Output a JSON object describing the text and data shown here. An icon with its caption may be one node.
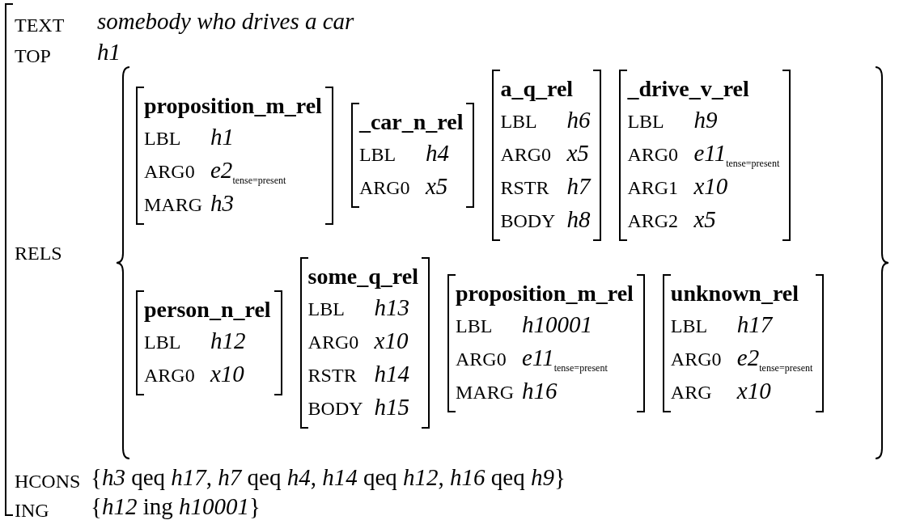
{
  "diagram": {
    "nodes": [
      {
        "text": [
          "TEXT",
          "somebody who drives a car",
          "TOP",
          "h1",
          "RELS",
          "HCONS",
          "{*h3* qeq *h17*, *h7* qeq *h4*, *h14* qeq *h12*, *h16* qeq *h9*}",
          "ING",
          "{*h12* ing *h10001*}"
        ]
      },
      {
        "text": [
          "proposition_m_rel",
          "LBL",
          "h1",
          "ARG0",
          "e2$_{tense=present}$",
          "MARG",
          "h3"
        ],
        "in": 0
      },
      {
        "text": [
          "_car_n_rel",
          "LBL",
          "h4",
          "ARG0",
          "x5"
        ],
        "in": 0
      },
      {
        "text": [
          "a_q_rel",
          "LBL",
          "h6",
          "ARG0",
          "x5",
          "RSTR",
          "h7",
          "BODY",
          "h8"
        ],
        "in": 0
      },
      {
        "text": [
          "_drive_v_rel",
          "LBL",
          "h9",
          "ARG0",
          "e11$_{tense=present}$",
          "ARG1",
          "x10",
          "ARG2",
          "x5"
        ],
        "in": 0
      },
      {
        "text": [
          "person_n_rel",
          "LBL",
          "h12",
          "ARG0",
          "x10"
        ],
        "in": 0
      },
      {
        "text": [
          "some_q_rel",
          "LBL",
          "h13",
          "ARG0",
          "x10",
          "RSTR",
          "h14",
          "BODY",
          "h15"
        ],
        "in": 0
      },
      {
        "text": [
          "proposition_m_rel",
          "LBL",
          "h10001",
          "ARG0",
          "e11$_{tense=present}$",
          "MARG",
          "h16"
        ],
        "in": 0
      },
      {
        "text": [
          "unknown_rel",
          "LBL",
          "h17",
          "ARG0",
          "e2$_{tense=present}$",
          "ARG",
          "x10"
        ],
        "in": 0
      }
    ]
  }
}
